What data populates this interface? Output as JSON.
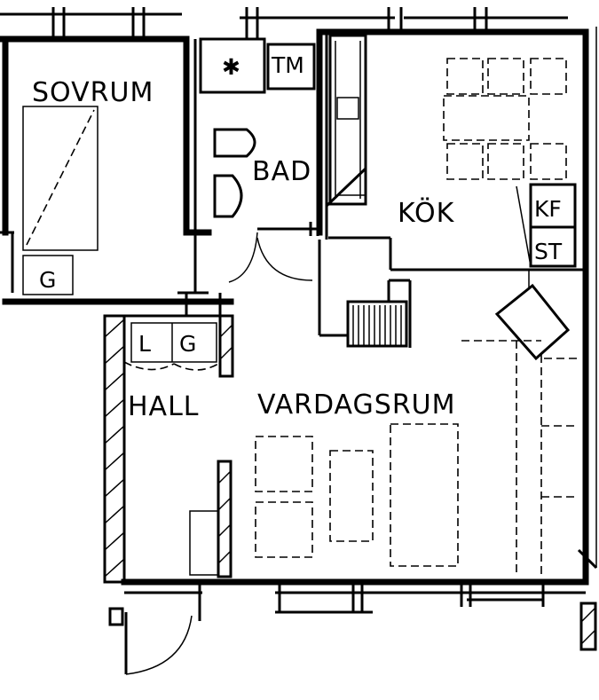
{
  "rooms": {
    "sovrum": "SOVRUM",
    "bad": "BAD",
    "kok": "KÖK",
    "hall": "HALL",
    "vardagsrum": "VARDAGSRUM"
  },
  "fixtures": {
    "tm": "TM",
    "kf": "KF",
    "st": "ST",
    "g_sovrum": "G",
    "l_hall": "L",
    "g_hall": "G"
  }
}
